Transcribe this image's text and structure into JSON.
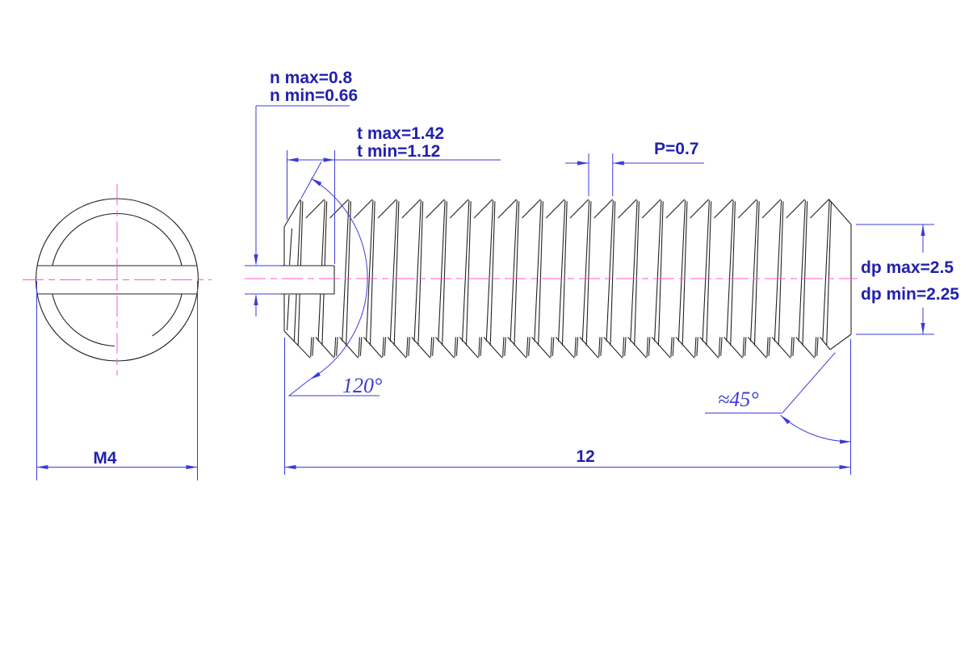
{
  "annotations": {
    "slot_width": {
      "line1": "n max=0.8",
      "line2": "n min=0.66"
    },
    "slot_depth": {
      "line1": "t max=1.42",
      "line2": "t min=1.12"
    },
    "thread_pitch": {
      "label": "P=0.7"
    },
    "point_diameter": {
      "line1": "dp max=2.5",
      "line2": "dp min=2.25"
    },
    "point_angle": {
      "label": "120°"
    },
    "chamfer_angle": {
      "label": "≈45°"
    },
    "thread_size": {
      "label": "M4"
    },
    "screw_length": {
      "label": "12"
    }
  },
  "colors": {
    "outline": "#222222",
    "dimension_line": "#3b3bd9",
    "dimension_text": "#2121ac",
    "centerline": "#ff55d5",
    "background": "#ffffff"
  }
}
